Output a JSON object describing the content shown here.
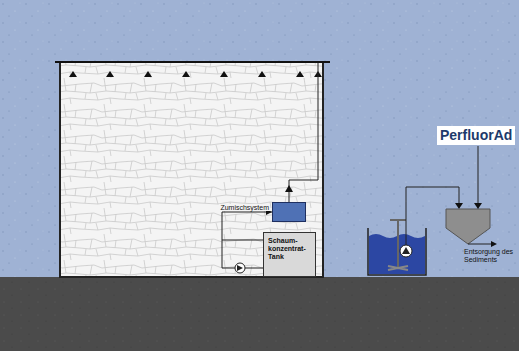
{
  "diagram": {
    "nodes": [
      {
        "text": [
          "Zumischsystem"
        ]
      },
      {
        "text": [
          "Schaum- konzentrat- Tank"
        ]
      }
    ],
    "edges": [
      {
        "from": 1,
        "to": 0,
        "arrow": "to"
      }
    ],
    "labels": [
      "PerfluorAd",
      "Entsorgung des Sediments"
    ]
  }
}
